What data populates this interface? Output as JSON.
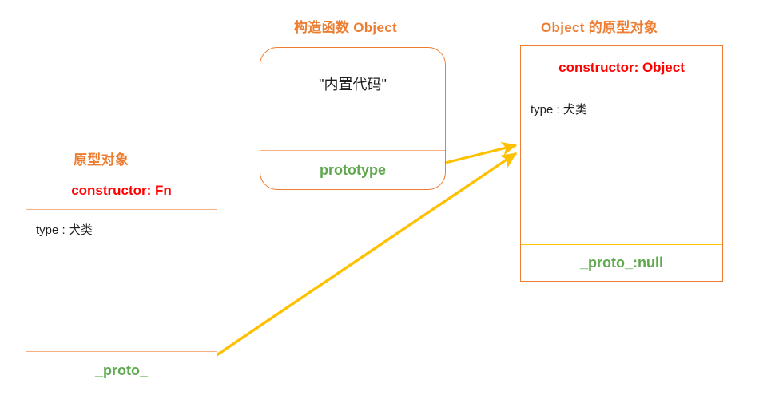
{
  "diagram": {
    "title_color": "#ED7D31",
    "accent_colors": {
      "box_border": "#ED7D31",
      "divider_peach": "#F4B183",
      "divider_gold": "#FFC000",
      "constructor_red": "#FF0000",
      "proto_green": "#5FA84E",
      "arrow_yellow": "#FFC000"
    },
    "boxes": [
      {
        "id": "fn-prototype",
        "caption": "原型对象",
        "shape": "rectangle",
        "rows": [
          {
            "name": "constructor-row",
            "text": "constructor: Fn",
            "style": "constructor"
          },
          {
            "name": "type-row",
            "text": "type : 犬类",
            "style": "body"
          },
          {
            "name": "proto-row",
            "text": "_proto_",
            "style": "proto"
          }
        ]
      },
      {
        "id": "object-constructor",
        "caption": "构造函数 Object",
        "shape": "rounded-rectangle",
        "rows": [
          {
            "name": "code-row",
            "text": "\"内置代码\"",
            "style": "code"
          },
          {
            "name": "prototype-row",
            "text": "prototype",
            "style": "proto"
          }
        ]
      },
      {
        "id": "object-prototype",
        "caption": "Object 的原型对象",
        "shape": "rectangle",
        "rows": [
          {
            "name": "constructor-row",
            "text": "constructor: Object",
            "style": "constructor"
          },
          {
            "name": "type-row",
            "text": "type : 犬类",
            "style": "body"
          },
          {
            "name": "proto-row",
            "text": "_proto_:null",
            "style": "proto"
          }
        ]
      }
    ],
    "arrows": [
      {
        "name": "prototype-to-object-prototype",
        "from": "object-constructor.prototype-row",
        "to": "object-prototype.left-edge",
        "color": "#FFC000"
      },
      {
        "name": "fn-proto-to-object-prototype",
        "from": "fn-prototype.proto-row",
        "to": "object-prototype.left-edge",
        "color": "#FFC000"
      }
    ]
  }
}
